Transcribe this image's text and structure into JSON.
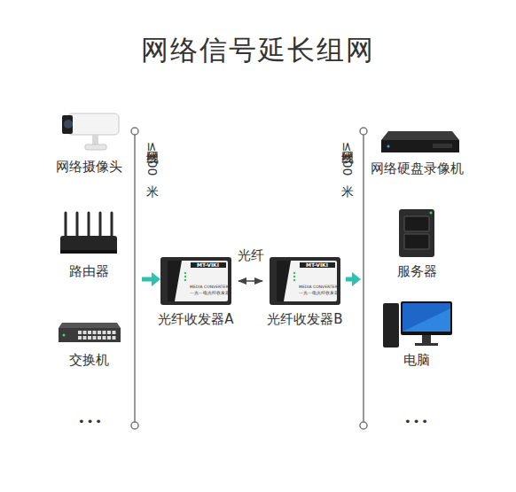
{
  "diagram": {
    "title": "网络信号延长组网",
    "nodes": [
      {
        "text": [
          "网络摄像头"
        ]
      },
      {
        "text": [
          "路由器"
        ]
      },
      {
        "text": [
          "交换机"
        ]
      },
      {
        "text": [
          "光纤收发器A"
        ]
      },
      {
        "text": [
          "光纤收发器B"
        ]
      },
      {
        "text": [
          "网络硬盘录像机"
        ]
      },
      {
        "text": [
          "服务器"
        ]
      },
      {
        "text": [
          "电脑"
        ]
      }
    ],
    "edges": [
      {
        "from": 3,
        "to": 4,
        "label": "光纤",
        "arrow": "both"
      }
    ],
    "labels": [
      "网线≤100米",
      "网线≤100米",
      "MT-VIKI",
      "MEDIA CONVERTER",
      "一光一电光纤收发器",
      "MT-VIKI",
      "MEDIA CONVERTER",
      "一光一电光纤收发器",
      "•••",
      "•••"
    ]
  }
}
